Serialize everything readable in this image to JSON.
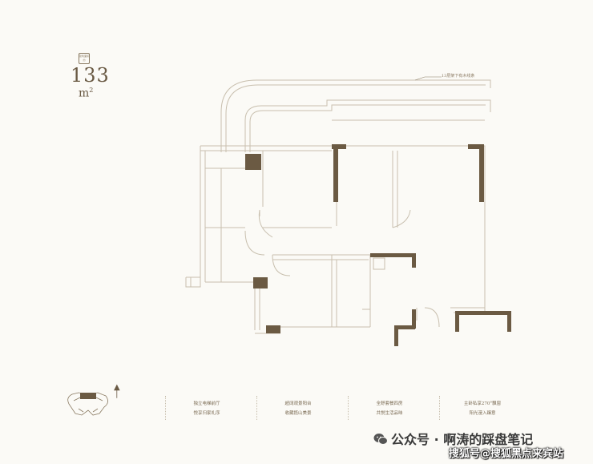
{
  "badge": {
    "text": "建筑面积约"
  },
  "area": {
    "value": "133",
    "unit": "m",
    "unit_sup": "2"
  },
  "callout": {
    "text": "13层架下有木线条"
  },
  "compass": {
    "glyph": "▲"
  },
  "features": [
    {
      "line1": "独立电梯前厅",
      "line2": "悦享归家礼序"
    },
    {
      "line1": "超阔观景阳台",
      "line2": "收藏揽山美景"
    },
    {
      "line1": "全舒套餐四房",
      "line2": "共悦生活品味"
    },
    {
      "line1": "主卧私享270°飘窗",
      "line2": "阳光漫入臻意"
    }
  ],
  "watermarks": {
    "line1": "公众号 · 啊涛的踩盘笔记",
    "line2": "搜狐号@搜狐黑点来宾站"
  },
  "colors": {
    "wall": "#6b5a43",
    "thin": "#c8bfae",
    "accent": "#8a7a62"
  }
}
